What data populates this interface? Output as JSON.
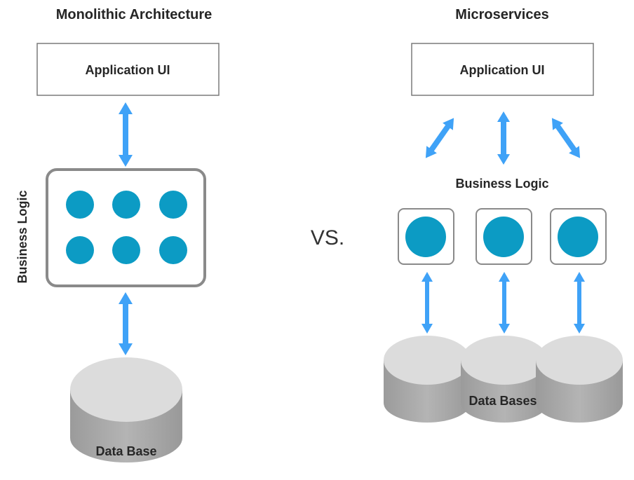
{
  "monolithic": {
    "title": "Monolithic Architecture",
    "app_ui_label": "Application UI",
    "business_logic_label": "Business Logic",
    "database_label": "Data Base"
  },
  "microservices": {
    "title": "Microservices",
    "app_ui_label": "Application UI",
    "business_logic_label": "Business Logic",
    "databases_label": "Data Bases"
  },
  "vs_label": "VS.",
  "colors": {
    "arrow": "#3fa2f7",
    "service_dot": "#0c9bc4",
    "border_gray": "#8a8a8a",
    "db_top": "#dcdcdc",
    "db_side": "#a9a9a9",
    "text": "#262626"
  },
  "icons": {
    "arrow": "double-headed-arrow-icon",
    "service": "service-dot-icon",
    "database": "database-cylinder-icon"
  }
}
